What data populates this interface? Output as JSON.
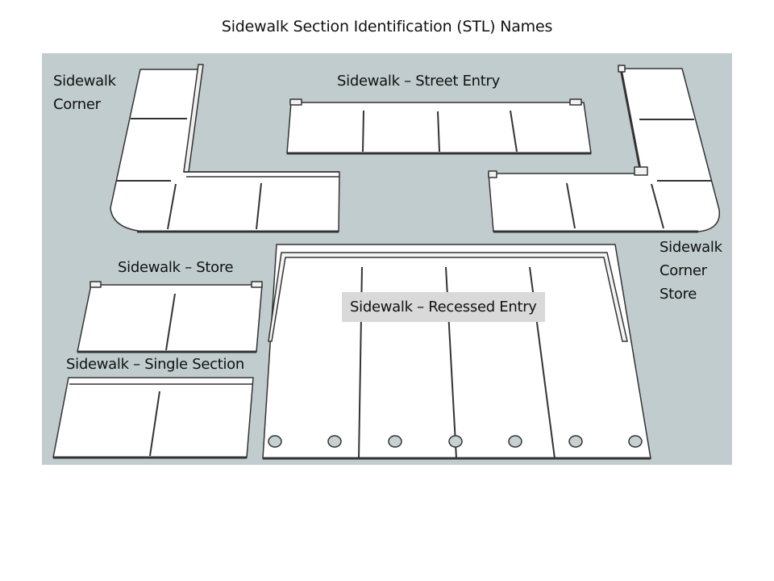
{
  "title": "Sidewalk Section Identification (STL) Names",
  "labels": {
    "corner": "Sidewalk\nCorner",
    "street_entry": "Sidewalk – Street Entry",
    "corner_store": "Sidewalk\nCorner\nStore",
    "store": "Sidewalk – Store",
    "single_section": "Sidewalk – Single Section",
    "recessed_entry": "Sidewalk – Recessed Entry"
  },
  "colors": {
    "background_panel": "#c0cccd",
    "piece_fill": "#ffffff",
    "outline": "#333333",
    "label_box": "#d9d9d9"
  }
}
